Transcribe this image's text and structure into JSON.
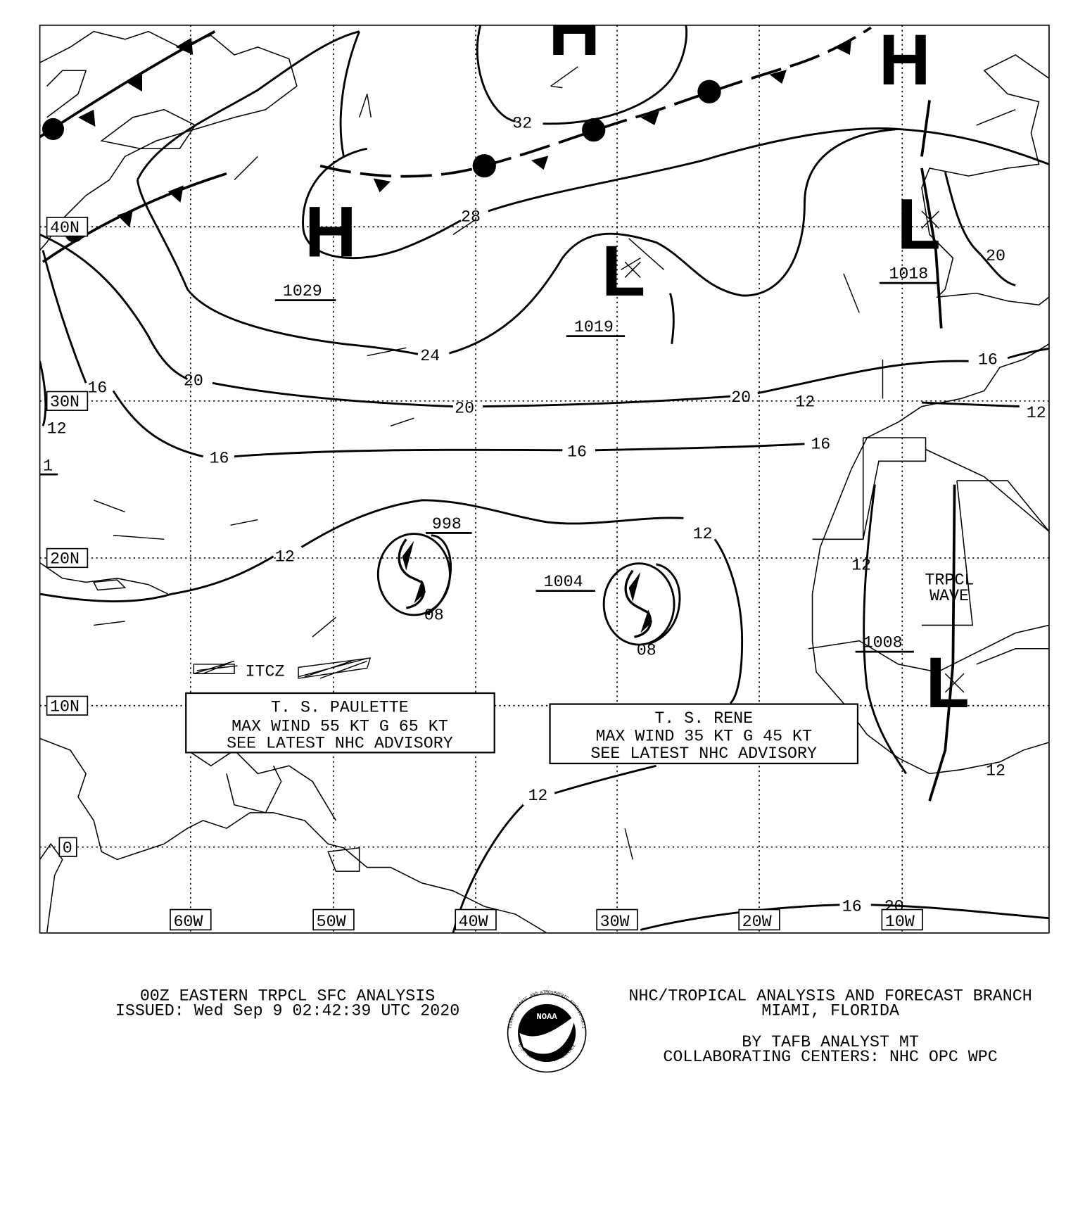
{
  "map": {
    "longitude_labels": [
      "60W",
      "50W",
      "40W",
      "30W",
      "20W",
      "10W"
    ],
    "latitude_labels": [
      "40N",
      "30N",
      "20N",
      "10N",
      "0"
    ],
    "pressure_centers": [
      {
        "symbol": "H",
        "value": ""
      },
      {
        "symbol": "H",
        "value": "1029"
      },
      {
        "symbol": "L",
        "value": "1019"
      },
      {
        "symbol": "H",
        "value": ""
      },
      {
        "symbol": "L",
        "value": "1018"
      },
      {
        "symbol": "L",
        "value": "1008"
      }
    ],
    "tropical_lows": [
      {
        "value": "998",
        "isobar": "08"
      },
      {
        "value": "1004",
        "isobar": "08"
      }
    ],
    "isobar_labels": [
      "32",
      "28",
      "24",
      "20",
      "20",
      "20",
      "20",
      "16",
      "16",
      "16",
      "16",
      "16",
      "16",
      "12",
      "12",
      "12",
      "12",
      "12",
      "12",
      "12",
      "12",
      "20",
      "1"
    ],
    "itcz_label": "ITCZ",
    "wave_label": [
      "TRPCL",
      "WAVE"
    ],
    "storm_boxes": [
      {
        "lines": [
          "T. S. PAULETTE",
          "MAX WIND 55 KT G 65 KT",
          "SEE LATEST NHC ADVISORY"
        ]
      },
      {
        "lines": [
          "T. S. RENE",
          "MAX WIND 35 KT G 45 KT",
          "SEE LATEST NHC ADVISORY"
        ]
      }
    ]
  },
  "footer": {
    "left": [
      "00Z EASTERN TRPCL SFC ANALYSIS",
      "ISSUED: Wed Sep 9 02:42:39 UTC 2020"
    ],
    "right": [
      "NHC/TROPICAL ANALYSIS AND FORECAST BRANCH",
      "MIAMI,  FLORIDA",
      "BY TAFB ANALYST  MT",
      "COLLABORATING CENTERS: NHC OPC WPC"
    ],
    "logo": {
      "center": "NOAA",
      "ring_top": "NATIONAL OCEANIC AND ATMOSPHERIC ADMINISTRATION",
      "ring_bottom": "U.S. DEPARTMENT OF COMMERCE"
    }
  }
}
